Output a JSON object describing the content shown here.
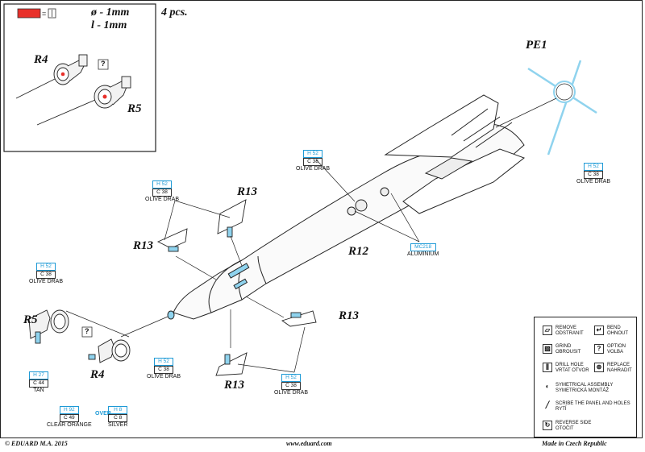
{
  "inset": {
    "quantity": "4 pcs.",
    "diameter": "ø - 1mm",
    "length": "l - 1mm",
    "parts": [
      "R4",
      "R5"
    ],
    "option_symbol": "?"
  },
  "part_labels": {
    "pe1": "PE1",
    "r12": "R12",
    "r13": "R13",
    "r5": "R5",
    "r4": "R4"
  },
  "paints": {
    "pe1": {
      "h": "H 52",
      "c": "C 38",
      "name": "OLIVE DRAB"
    },
    "body": {
      "h": "H 52",
      "c": "C 38",
      "name": "OLIVE DRAB"
    },
    "fin_top": {
      "h": "H 52",
      "c": "C 38",
      "name": "OLIVE DRAB"
    },
    "fin_bottom": {
      "h": "H 52",
      "c": "C 38",
      "name": "OLIVE DRAB"
    },
    "aluminium": {
      "mc": "MC218",
      "name": "ALUMINIUM"
    },
    "r5_olive": {
      "h": "H 52",
      "c": "C 38",
      "name": "OLIVE DRAB"
    },
    "r5_tan": {
      "h": "H 27",
      "c": "C 44",
      "name": "TAN"
    },
    "r4_olive": {
      "h": "H 52",
      "c": "C 38",
      "name": "OLIVE DRAB"
    },
    "clear_orange": {
      "h": "H 92",
      "c": "C 49",
      "name": "CLEAR ORANGE",
      "over": "OVER"
    },
    "silver": {
      "h": "H 8",
      "c": "C 8",
      "name": "SILVER"
    }
  },
  "legend": [
    {
      "icon": "remove-icon",
      "text": "REMOVE\nODSTRANIT"
    },
    {
      "icon": "bend-icon",
      "text": "BEND\nOHNOUT"
    },
    {
      "icon": "grind-icon",
      "text": "GRIND\nOBROUSIT"
    },
    {
      "icon": "option-icon",
      "symbol": "?",
      "text": "OPTION\nVOLBA"
    },
    {
      "icon": "drill-icon",
      "text": "DRILL HOLE\nVRTAT OTVOR"
    },
    {
      "icon": "replace-icon",
      "text": "REPLACE\nNAHRADIT"
    },
    {
      "icon": "symmetrical-icon",
      "text": "SYMETRICAL ASSEMBLY\nSYMETRICKÁ MONTÁŽ"
    },
    {
      "icon": "scribe-icon",
      "text": "SCRIBE THE PANEL AND HOLES\nRYTÍ"
    },
    {
      "icon": "reverse-icon",
      "text": "REVERSE SIDE\nOTOČIT"
    }
  ],
  "footer": {
    "left": "© EDUARD  M.A. 2015",
    "center": "www.eduard.com",
    "right": "Made in Czech Republic"
  },
  "colors": {
    "red_swatch": "#e8302a",
    "paint_blue": "#1e9ad6",
    "part_blue": "#8fd3ee"
  }
}
